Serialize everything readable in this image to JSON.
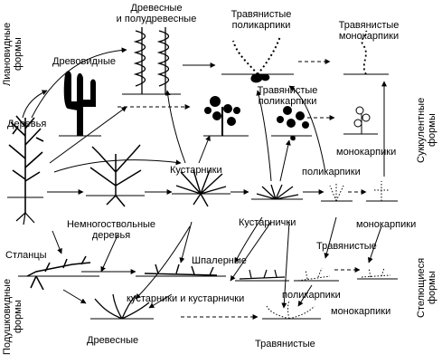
{
  "side_labels": {
    "liana": [
      "Лиановидные",
      "формы"
    ],
    "cushion": [
      "Подушковидные",
      "формы"
    ],
    "succulent": [
      "Суккулентные",
      "формы"
    ],
    "creeping": [
      "Стелющиеся",
      "формы"
    ]
  },
  "labels": {
    "woody_semiwoody": [
      "Древесные",
      "и полудревесные"
    ],
    "herb_polycarpic_top": [
      "Травянистые",
      "поликарпики"
    ],
    "herb_monocarpic_top": [
      "Травянистые",
      "монокарпики"
    ],
    "treelike": "Древовидные",
    "herb_polycarpic_mid": [
      "Травянистые",
      "поликарпики"
    ],
    "trees": "Деревья",
    "monocarpic_mid": "монокарпики",
    "shrubs": "Кустарники",
    "polycarpic_mid": "поликарпики",
    "few_stemmed": [
      "Немногоствольные",
      "деревья"
    ],
    "dwarf_shrubs": "Кустарнички",
    "monocarpic_right": "монокарпики",
    "elfin": "Стланцы",
    "herbaceous_right": "Травянистые",
    "espalier": "Шпалерные",
    "polycarpic_low": "поликарпики",
    "shrubs_and_dwarf": "кустарники и кустарнички",
    "monocarpic_low": "монокарпики",
    "woody_low": "Древесные",
    "herbaceous_low": "Травянистые"
  },
  "colors": {
    "ink": "#000000",
    "background": "#ffffff"
  }
}
